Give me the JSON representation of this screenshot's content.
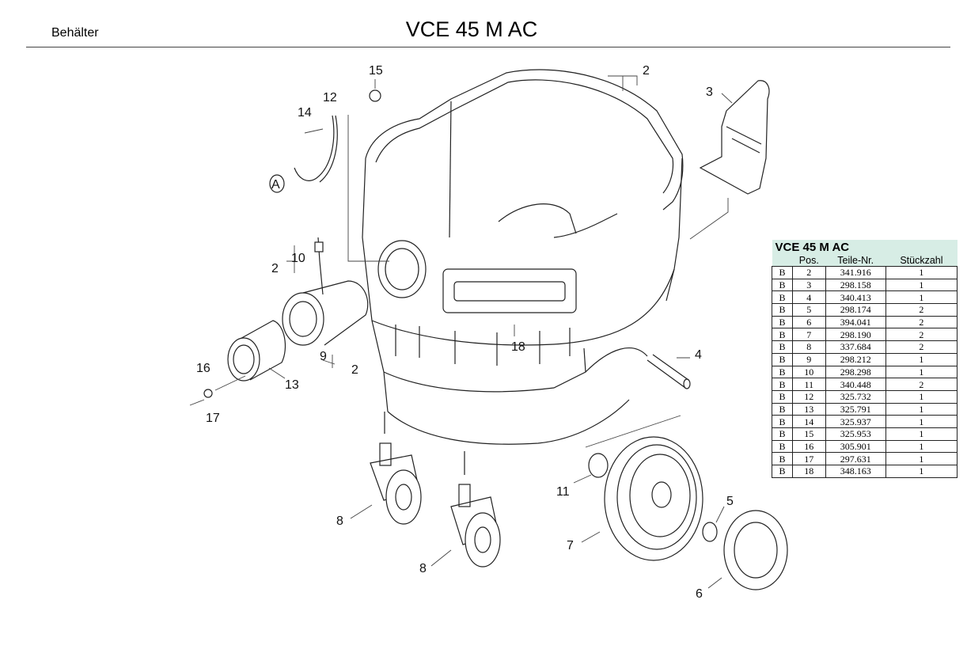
{
  "header": {
    "section": "Behälter",
    "title": "VCE 45 M AC"
  },
  "callouts": [
    "2",
    "3",
    "15",
    "12",
    "14",
    "A",
    "10",
    "2",
    "9",
    "2",
    "18",
    "4",
    "16",
    "13",
    "17",
    "8",
    "8",
    "11",
    "7",
    "5",
    "6"
  ],
  "parts_table": {
    "title": "VCE 45 M AC",
    "columns": [
      "",
      "Pos.",
      "Teile-Nr.",
      "Stückzahl"
    ],
    "rows": [
      [
        "B",
        "2",
        "341.916",
        "1"
      ],
      [
        "B",
        "3",
        "298.158",
        "1"
      ],
      [
        "B",
        "4",
        "340.413",
        "1"
      ],
      [
        "B",
        "5",
        "298.174",
        "2"
      ],
      [
        "B",
        "6",
        "394.041",
        "2"
      ],
      [
        "B",
        "7",
        "298.190",
        "2"
      ],
      [
        "B",
        "8",
        "337.684",
        "2"
      ],
      [
        "B",
        "9",
        "298.212",
        "1"
      ],
      [
        "B",
        "10",
        "298.298",
        "1"
      ],
      [
        "B",
        "11",
        "340.448",
        "2"
      ],
      [
        "B",
        "12",
        "325.732",
        "1"
      ],
      [
        "B",
        "13",
        "325.791",
        "1"
      ],
      [
        "B",
        "14",
        "325.937",
        "1"
      ],
      [
        "B",
        "15",
        "325.953",
        "1"
      ],
      [
        "B",
        "16",
        "305.901",
        "1"
      ],
      [
        "B",
        "17",
        "297.631",
        "1"
      ],
      [
        "B",
        "18",
        "348.163",
        "1"
      ]
    ]
  }
}
